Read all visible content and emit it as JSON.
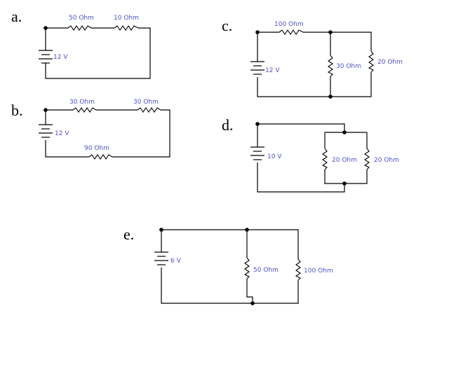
{
  "colors": {
    "wire": "#000000",
    "label": "#5050c8",
    "background": "#ffffff"
  },
  "circuits": {
    "a": {
      "label": "a.",
      "battery": "12 V",
      "r1": "50 Ohm",
      "r2": "10 Ohm"
    },
    "b": {
      "label": "b.",
      "battery": "12 V",
      "r1": "30 Ohm",
      "r2": "30 Ohm",
      "r3": "90 Ohm"
    },
    "c": {
      "label": "c.",
      "battery": "12 V",
      "r1": "100 Ohm",
      "r2": "30 Ohm",
      "r3": "20 Ohm"
    },
    "d": {
      "label": "d.",
      "battery": "10 V",
      "r1": "20 Ohm",
      "r2": "20 Ohm"
    },
    "e": {
      "label": "e.",
      "battery": "6 V",
      "r1": "50 Ohm",
      "r2": "100 Ohm"
    }
  }
}
